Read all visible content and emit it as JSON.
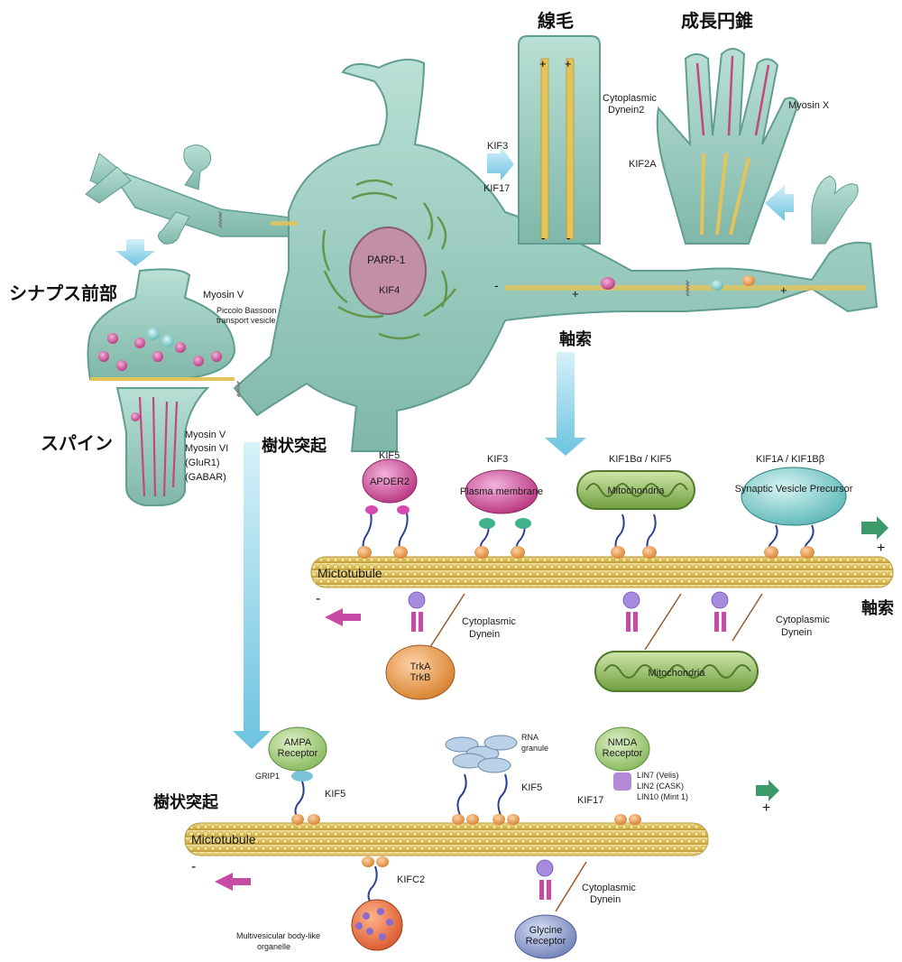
{
  "headings": {
    "cilia": "線毛",
    "growth_cone": "成長円錐",
    "presynapse": "シナプス前部",
    "spine": "スパイン",
    "axon_top": "軸索",
    "axon_right": "軸索",
    "dendrite_1": "樹状突起",
    "dendrite_2": "樹状突起"
  },
  "neuron": {
    "nucleus_label_1": "PARP-1",
    "nucleus_label_2": "KIF4",
    "cilia_kif3": "KIF3",
    "cilia_kif17": "KIF17",
    "cilia_dynein_1": "Cytoplasmic",
    "cilia_dynein_2": "Dynein2",
    "cone_myosin": "Myosin X",
    "cone_kif2a": "KIF2A",
    "presyn_myosin": "Myosin V",
    "presyn_note_1": "Piccolo Bassoon",
    "presyn_note_2": "transport vesicle",
    "spine_myosin_v": "Myosin V",
    "spine_myosin_vi": "Myosin VI",
    "spine_glur1": "(GluR1)",
    "spine_gabar": "(GABAR)"
  },
  "axon_panel": {
    "motors": [
      "KIF5",
      "KIF3",
      "KIF1Bα / KIF5",
      "KIF1A / KIF1Bβ"
    ],
    "cargo": [
      "APDER2",
      "Plasma membrane",
      "Mitochondria",
      "Synaptic Vesicle Precursor"
    ],
    "microtubule": "Mictotubule",
    "minus": "-",
    "plus": "+",
    "dynein_1": "Cytoplasmic",
    "dynein_2": "Dynein",
    "trk_1": "TrkA",
    "trk_2": "TrkB",
    "mito_lower": "Mitochondria"
  },
  "dendrite_panel": {
    "ampa_1": "AMPA",
    "ampa_2": "Receptor",
    "grip": "GRIP1",
    "kif5_a": "KIF5",
    "rna_1": "RNA",
    "rna_2": "granule",
    "kif5_b": "KIF5",
    "nmda_1": "NMDA",
    "nmda_2": "Receptor",
    "kif17": "KIF17",
    "lin7": "LIN7 (Velis)",
    "lin2": "LIN2 (CASK)",
    "lin10": "LIN10 (Mint 1)",
    "microtubule": "Mictotubule",
    "minus": "-",
    "plus": "+",
    "kifc2": "KIFC2",
    "mvb_1": "Multivesicular body-like",
    "mvb_2": "organelle",
    "dynein_1": "Cytoplasmic",
    "dynein_2": "Dynein",
    "gly_1": "Glycine",
    "gly_2": "Receptor"
  },
  "colors": {
    "cell": "#8fc7b9",
    "cell_dark": "#5f9e91",
    "microtubule": "#e8d27a",
    "arrow_cyan": "#7fcfe6",
    "arrow_magenta": "#c64aa6",
    "arrow_green": "#3c9a6a",
    "mito": "#7fb04a"
  }
}
